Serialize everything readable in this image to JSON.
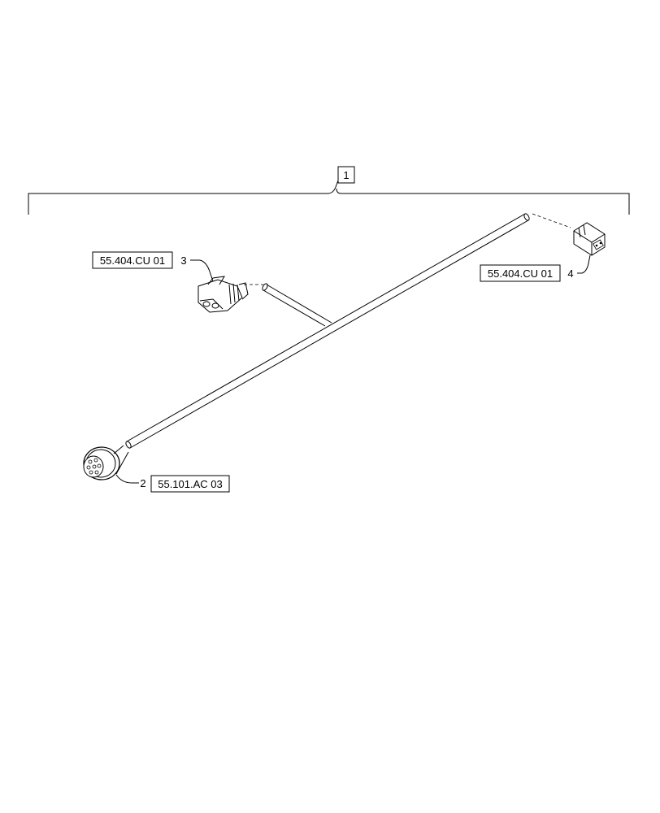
{
  "callouts": {
    "item_1": {
      "number": "1"
    },
    "item_2": {
      "number": "2",
      "reference": "55.101.AC 03"
    },
    "item_3": {
      "number": "3",
      "reference": "55.404.CU 01"
    },
    "item_4": {
      "number": "4",
      "reference": "55.404.CU 01"
    }
  },
  "colors": {
    "line": "#000000",
    "background": "#ffffff"
  }
}
